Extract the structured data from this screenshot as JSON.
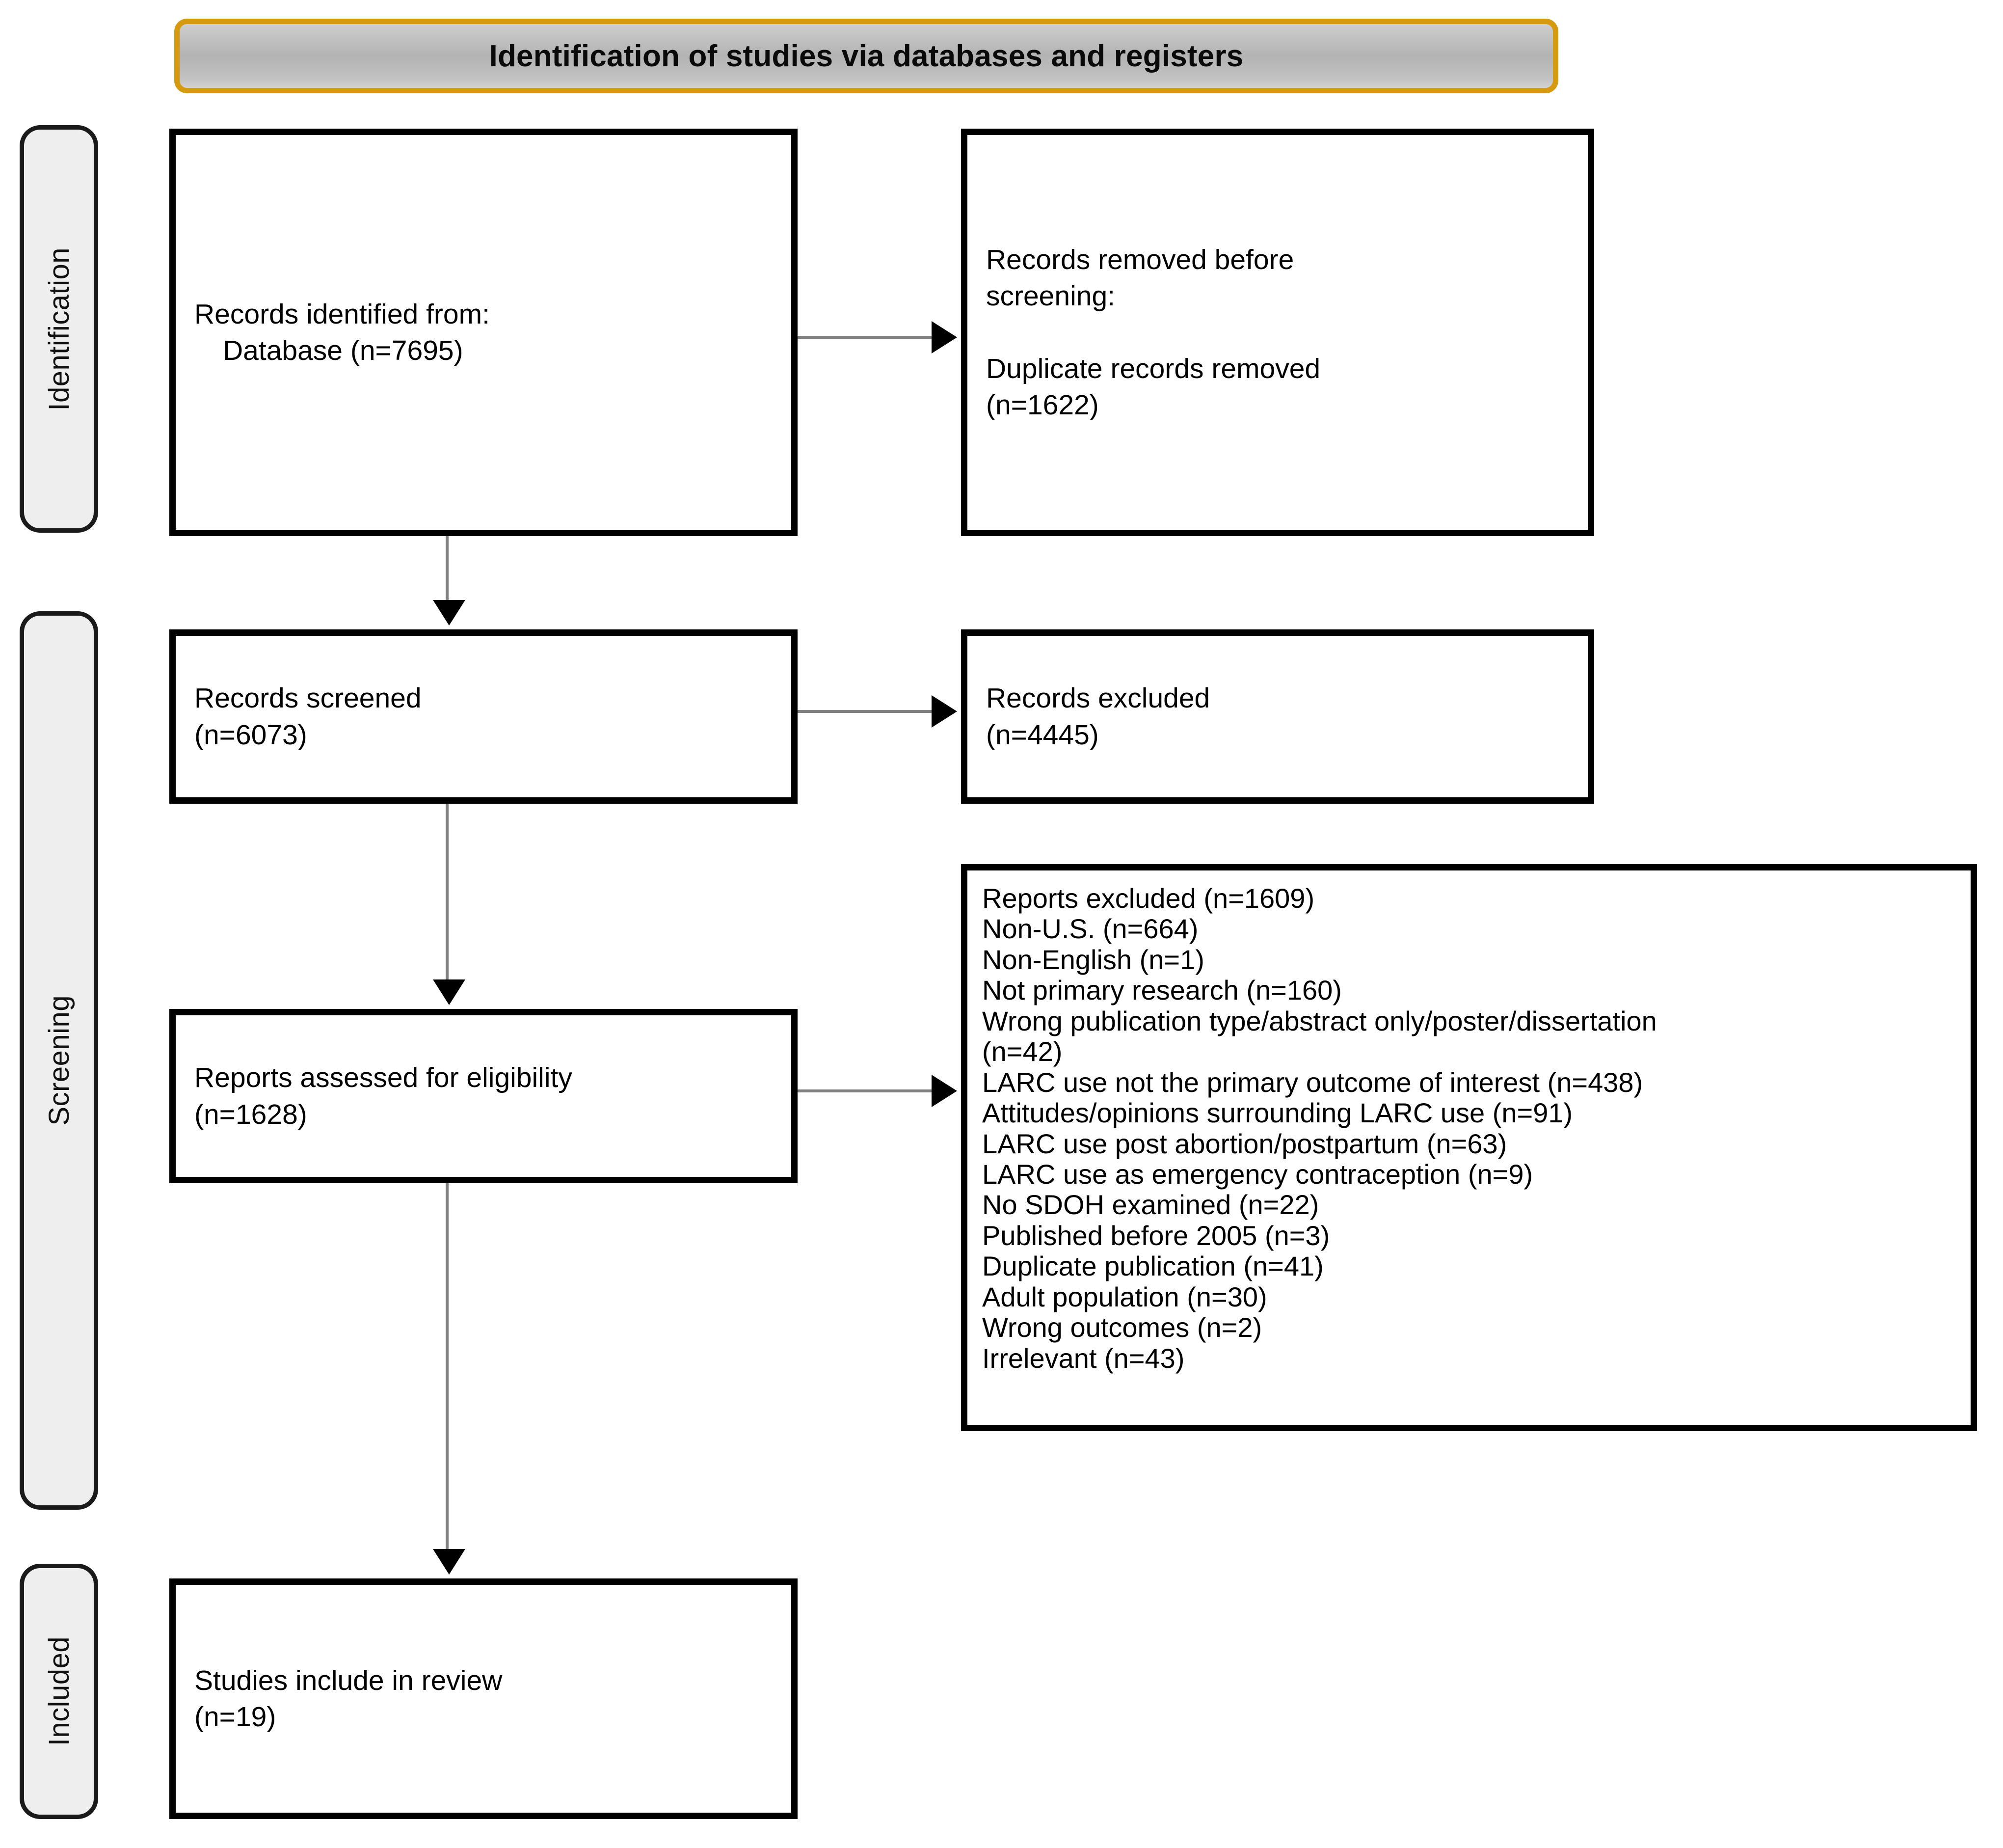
{
  "diagram": {
    "type": "prisma-flow-diagram",
    "phase_banner": {
      "title": "Identification of studies via databases and registers",
      "border_color": "#D59A0F",
      "fill_color": "#B8B8B8"
    },
    "stage_bands": [
      {
        "label": "Identification"
      },
      {
        "label": "Screening"
      },
      {
        "label": "Included"
      }
    ],
    "boxes": {
      "identified": {
        "line1": "Records identified from:",
        "line2": "Database (n=7695)"
      },
      "removed": {
        "line1": "Records removed before",
        "line2": "screening:",
        "line3": "Duplicate records removed",
        "line4": "(n=1622)"
      },
      "screened": {
        "line1": "Records screened",
        "line2": "(n=6073)"
      },
      "excluded": {
        "line1": "Records excluded",
        "line2": "(n=4445)"
      },
      "assessed": {
        "line1": "Reports assessed for eligibility",
        "line2": "(n=1628)"
      },
      "included": {
        "line1": "Studies include in review",
        "line2": "(n=19)"
      },
      "reports_excluded": {
        "lines": [
          "Reports excluded (n=1609)",
          "Non-U.S. (n=664)",
          "Non-English (n=1)",
          "Not primary research (n=160)",
          "Wrong publication type/abstract only/poster/dissertation",
          "(n=42)",
          "LARC use not the primary outcome of interest (n=438)",
          "Attitudes/opinions surrounding LARC use (n=91)",
          "LARC use post abortion/postpartum (n=63)",
          "LARC use as emergency contraception (n=9)",
          "No SDOH examined (n=22)",
          "Published before 2005 (n=3)",
          "Duplicate publication (n=41)",
          "Adult population (n=30)",
          "Wrong outcomes (n=2)",
          "Irrelevant (n=43)"
        ]
      }
    },
    "connectors": [
      {
        "name": "identified-to-removed",
        "direction": "right"
      },
      {
        "name": "identified-to-screened",
        "direction": "down"
      },
      {
        "name": "screened-to-excluded",
        "direction": "right"
      },
      {
        "name": "screened-to-assessed",
        "direction": "down"
      },
      {
        "name": "assessed-to-reports-excluded",
        "direction": "right"
      },
      {
        "name": "assessed-to-included",
        "direction": "down"
      }
    ]
  }
}
